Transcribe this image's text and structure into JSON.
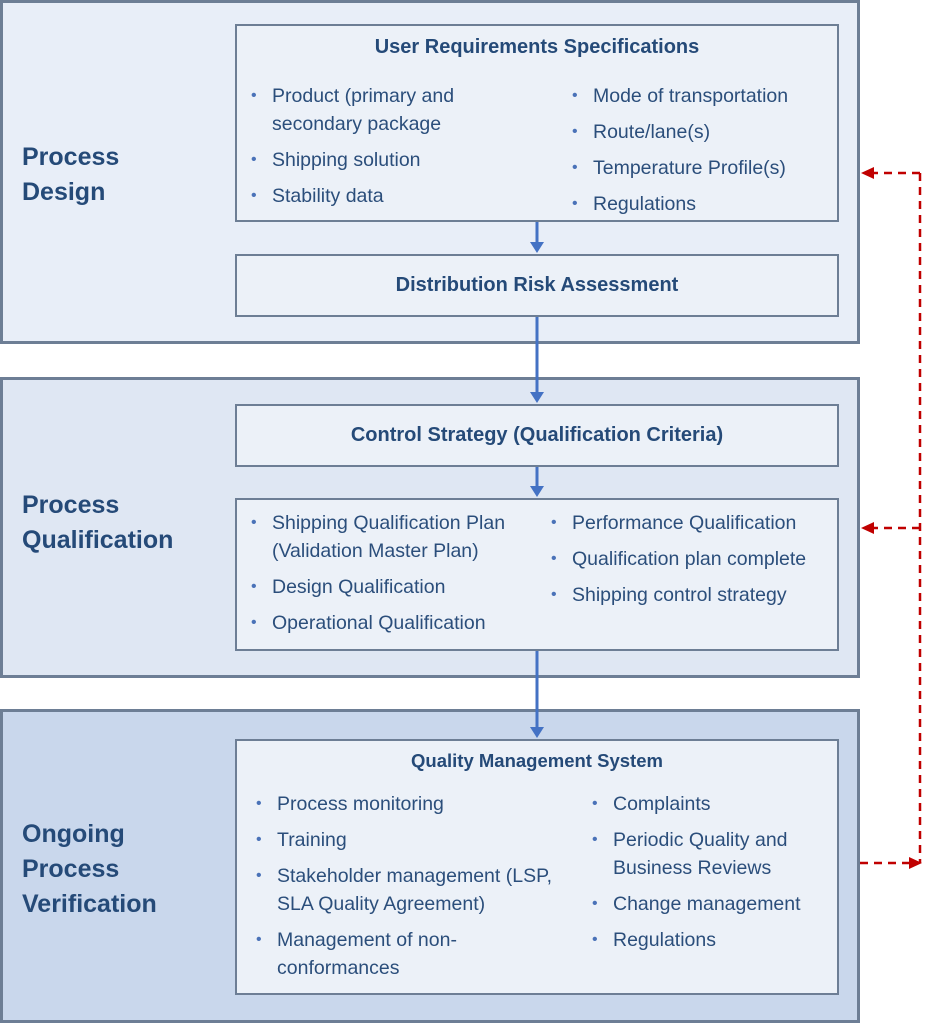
{
  "stages": {
    "design": {
      "title": "Process\nDesign"
    },
    "qualification": {
      "title": "Process\nQualification"
    },
    "verification": {
      "title": "Ongoing\nProcess\nVerification"
    }
  },
  "urs": {
    "title": "User Requirements Specifications",
    "left": [
      "Product (primary and secondary package",
      "Shipping solution",
      "Stability data"
    ],
    "right": [
      "Mode of transportation",
      "Route/lane(s)",
      "Temperature Profile(s)",
      "Regulations"
    ]
  },
  "dra": {
    "title": "Distribution Risk Assessment"
  },
  "control": {
    "title": "Control Strategy (Qualification Criteria)"
  },
  "qual_list": {
    "left": [
      "Shipping Qualification Plan (Validation Master Plan)",
      "Design Qualification",
      "Operational Qualification"
    ],
    "right": [
      "Performance Qualification",
      "Qualification plan complete",
      "Shipping control strategy"
    ]
  },
  "qms": {
    "title": "Quality Management System",
    "left": [
      "Process monitoring",
      "Training",
      "Stakeholder management (LSP, SLA Quality Agreement)",
      "Management of non-conformances"
    ],
    "right": [
      "Complaints",
      "Periodic Quality and Business Reviews",
      "Change management",
      "Regulations"
    ]
  },
  "colors": {
    "flow_arrow": "#4472c4",
    "feedback_arrow": "#c00000",
    "border": "#6d7e95",
    "title_text": "#254a78"
  }
}
